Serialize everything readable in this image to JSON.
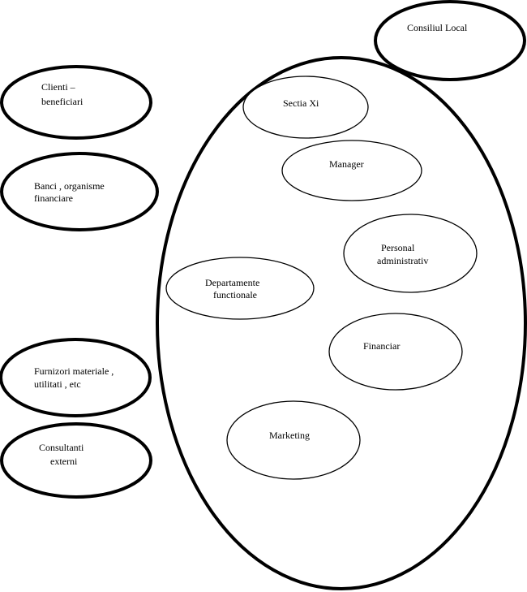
{
  "outer": {
    "consiliu_local": "Consiliul Local",
    "clienti": [
      "Clienti –",
      "beneficiari"
    ],
    "banci": [
      "Banci , organisme",
      "financiare"
    ],
    "furnizori": [
      "Furnizori materiale ,",
      "utilitati , etc"
    ],
    "consultanti": [
      "Consultanti",
      "externi"
    ]
  },
  "inner": {
    "sectia": "Sectia Xi",
    "manager": "Manager",
    "personal": [
      "Personal",
      "administrativ"
    ],
    "departamente": [
      "Departamente",
      "functionale"
    ],
    "financiar": "Financiar",
    "marketing": "Marketing"
  }
}
